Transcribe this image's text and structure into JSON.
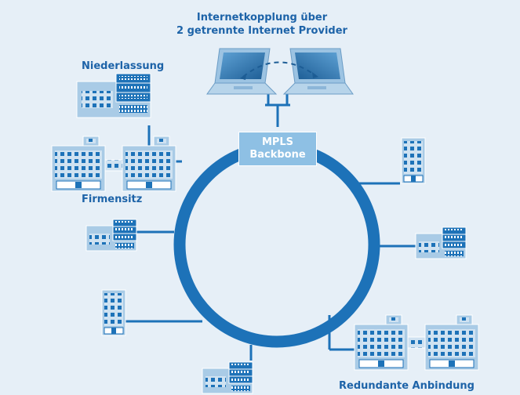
{
  "labels": {
    "internet_line1": "Internetkopplung über",
    "internet_line2": "2 getrennte Internet Provider",
    "niederlassung": "Niederlassung",
    "firmensitz": "Firmensitz",
    "redundante_anbindung": "Redundante Anbindung"
  },
  "backbone": {
    "line1": "MPLS",
    "line2": "Backbone"
  },
  "colors": {
    "ring": "#1d72b8",
    "label": "#1d63a8",
    "backbone_box": "#8ec0e4",
    "background": "#e6eff7"
  },
  "icons": {
    "laptop": "laptop-icon",
    "building": "office-building-icon",
    "backbone": "mpls-backbone"
  }
}
